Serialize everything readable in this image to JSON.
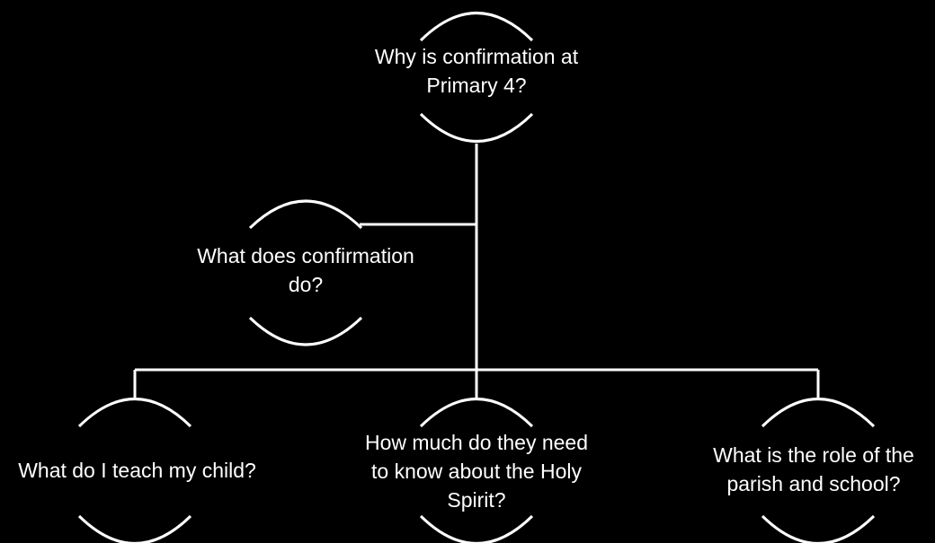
{
  "diagram": {
    "colors": {
      "background": "#000000",
      "stroke": "#ffffff",
      "text": "#ffffff"
    },
    "nodes": {
      "root": {
        "lines": [
          "Why is confirmation at",
          "Primary 4?"
        ]
      },
      "what_does": {
        "lines": [
          "What does confirmation",
          "do?"
        ]
      },
      "teach_child": {
        "lines": [
          "What do I teach my child?"
        ]
      },
      "holy_spirit": {
        "lines": [
          "How much do they need",
          "to know about the Holy",
          "Spirit?"
        ]
      },
      "parish_school": {
        "lines": [
          "What is the role of the",
          "parish and school?"
        ]
      }
    }
  }
}
